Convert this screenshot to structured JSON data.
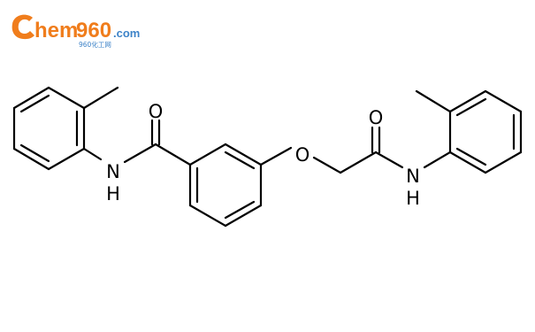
{
  "watermark": {
    "brand_initial": "C",
    "brand_rest": "hem",
    "brand_number": "960",
    "brand_suffix": ".com",
    "subtitle": "960化工网",
    "color_orange": "#F07D1C",
    "color_blue": "#3D83C8"
  },
  "molecule": {
    "atom_labels": {
      "amide_nitrogen_left": "N",
      "amide_hydrogen_left": "H",
      "carbonyl_oxygen_left": "O",
      "ether_oxygen": "O",
      "carbonyl_oxygen_right": "O",
      "amide_nitrogen_right": "N",
      "amide_hydrogen_right": "H"
    },
    "bond_color": "#000000"
  }
}
